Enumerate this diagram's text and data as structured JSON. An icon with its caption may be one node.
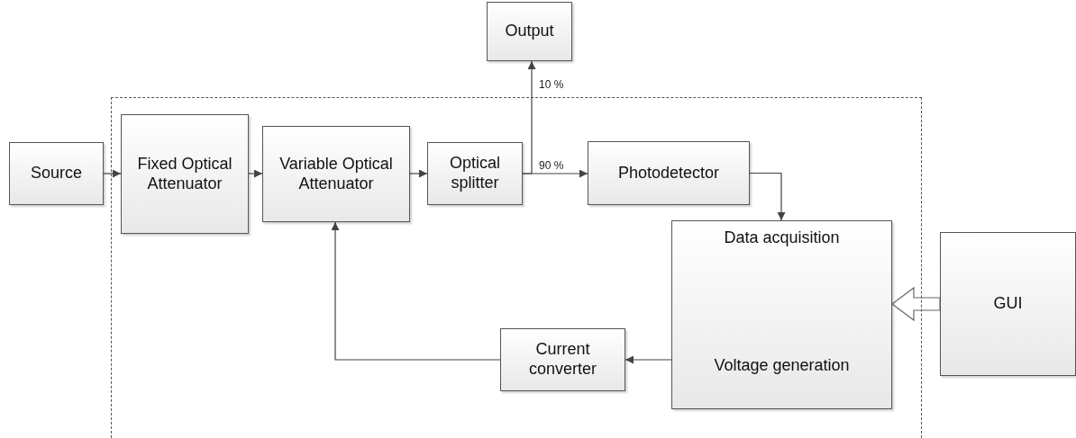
{
  "diagram": {
    "nodes": [
      {
        "text": [],
        "shape": "box"
      },
      {
        "text": [
          "Source"
        ]
      },
      {
        "text": [
          "Fixed Optical Attenuator"
        ],
        "in": 0
      },
      {
        "text": [
          "Variable Optical Attenuator"
        ],
        "in": 0
      },
      {
        "text": [
          "Optical splitter"
        ],
        "in": 0
      },
      {
        "text": [
          "Output"
        ]
      },
      {
        "text": [
          "Photodetector"
        ],
        "in": 0
      },
      {
        "text": [
          "Data acquisition",
          "Voltage generation"
        ],
        "in": 0
      },
      {
        "text": [
          "GUI"
        ]
      },
      {
        "text": [
          "Current converter"
        ],
        "in": 0
      }
    ],
    "edges": [
      {
        "from": 1,
        "to": 2,
        "arrow": "to"
      },
      {
        "from": 2,
        "to": 3,
        "arrow": "to"
      },
      {
        "from": 3,
        "to": 4,
        "arrow": "to"
      },
      {
        "from": 4,
        "to": 5,
        "arrow": "to",
        "label": "10 %"
      },
      {
        "from": 4,
        "to": 6,
        "arrow": "to",
        "label": "90 %"
      },
      {
        "from": 6,
        "to": 7,
        "arrow": "to"
      },
      {
        "from": 8,
        "to": 7,
        "arrow": "to",
        "style": "thick"
      },
      {
        "from": 7,
        "to": 9,
        "arrow": "to"
      },
      {
        "from": 9,
        "to": 3,
        "arrow": "to"
      }
    ]
  }
}
